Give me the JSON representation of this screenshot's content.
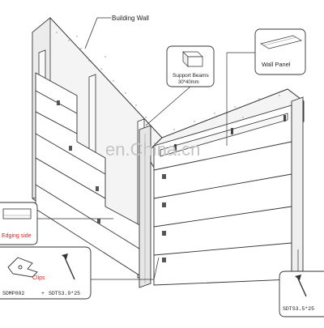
{
  "labels": {
    "building_wall": "Building Wall",
    "support_beams": "Support Beams",
    "support_beams_size": "30*40mm",
    "wall_panel": "Wall Panel",
    "edging_side": "Edging side",
    "clips": "Clips",
    "part_clip": "SDMP002",
    "plus": "+",
    "part_screw_a": "SDTS3.9*25",
    "part_screw_b": "SDTS3.5*25"
  },
  "watermark": "en.China.cn",
  "colors": {
    "line": "#333333",
    "callout_red": "#d21f1f",
    "wall_fill": "#f4f4f4",
    "panel_fill": "#ffffff"
  }
}
